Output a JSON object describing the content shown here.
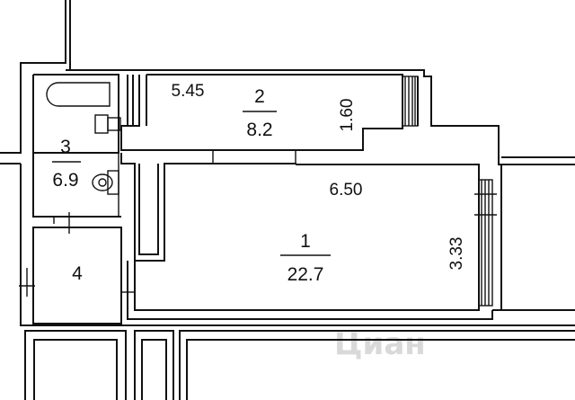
{
  "rooms": [
    {
      "number": "1",
      "area": "22.7"
    },
    {
      "number": "2",
      "area": "8.2"
    },
    {
      "number": "3",
      "area": "6.9"
    },
    {
      "number": "4",
      "area": ""
    }
  ],
  "dimensions": {
    "hall_width": "5.45",
    "hall_depth": "1.60",
    "room_width": "6.50",
    "room_depth": "3.33"
  },
  "watermark": "Циан"
}
